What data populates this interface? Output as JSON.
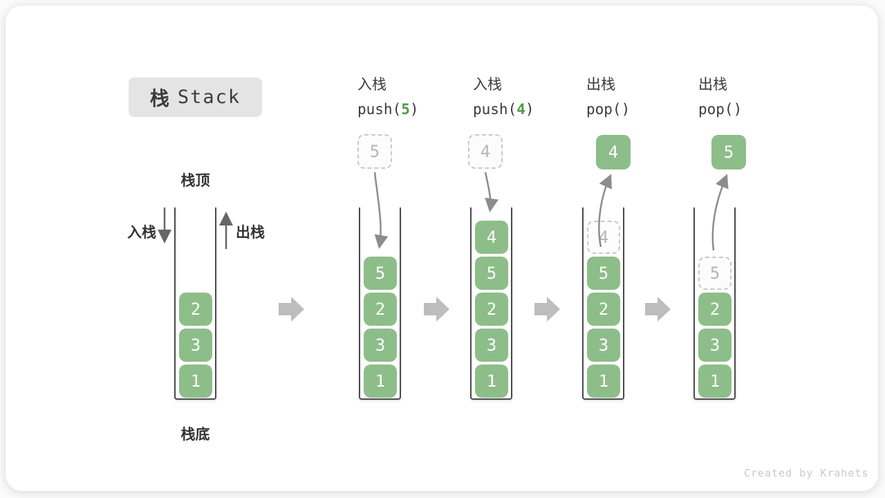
{
  "title": {
    "zh": "栈",
    "en": "Stack"
  },
  "labels": {
    "stack_top": "栈顶",
    "stack_bottom": "栈底",
    "push_side": "入栈",
    "pop_side": "出栈"
  },
  "columns": [
    {
      "name": "initial-stack",
      "cells": [
        "2",
        "3",
        "1"
      ]
    },
    {
      "name": "after-push-5",
      "op": "入栈",
      "code": {
        "pre": "push(",
        "arg": "5",
        "post": ")"
      },
      "incoming": "5",
      "cells": [
        "5",
        "2",
        "3",
        "1"
      ]
    },
    {
      "name": "after-push-4",
      "op": "入栈",
      "code": {
        "pre": "push(",
        "arg": "4",
        "post": ")"
      },
      "incoming": "4",
      "cells": [
        "4",
        "5",
        "2",
        "3",
        "1"
      ]
    },
    {
      "name": "pop-returns-4",
      "op": "出栈",
      "code": {
        "pre": "pop()",
        "arg": "",
        "post": ""
      },
      "outgoing": "4",
      "cells": [
        "4",
        "5",
        "2",
        "3",
        "1"
      ]
    },
    {
      "name": "pop-returns-5",
      "op": "出栈",
      "code": {
        "pre": "pop()",
        "arg": "",
        "post": ""
      },
      "outgoing": "5",
      "cells": [
        "5",
        "2",
        "3",
        "1"
      ]
    }
  ],
  "footer": "Created by Krahets",
  "colors": {
    "block_green": "#8dbe89",
    "code_arg_green": "#4e9b45",
    "dashed_border": "#c9c9c9",
    "dashed_text": "#b5b5b5",
    "text_dark": "#3a3a3a",
    "thin_arrow": "#8c8c8c",
    "side_arrow": "#666666",
    "flow_arrow": "#bdbdbd",
    "title_bg": "#e4e4e4",
    "footer_text": "#c9c9c9"
  }
}
